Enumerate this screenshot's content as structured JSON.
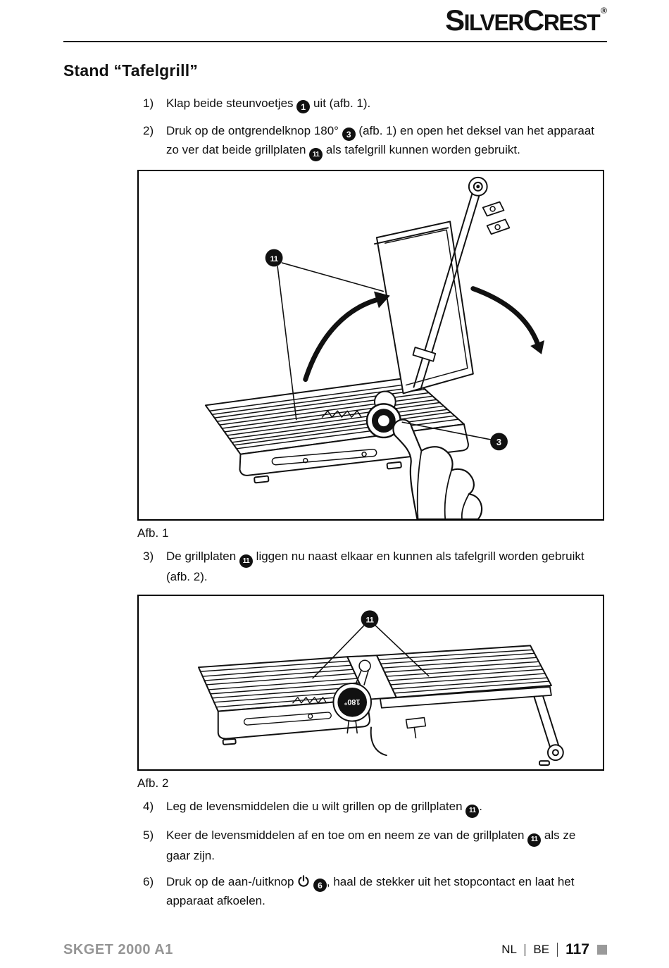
{
  "header": {
    "logo": {
      "s": "S",
      "ilver": "ILVER",
      "c": "C",
      "rest": "REST",
      "registered": "®"
    }
  },
  "title": "Stand “Tafelgrill”",
  "steps_top": [
    {
      "num": "1)",
      "segments": [
        {
          "t": "Klap beide steunvoetjes "
        },
        {
          "b": "1"
        },
        {
          "t": " uit (afb. 1)."
        }
      ]
    },
    {
      "num": "2)",
      "segments": [
        {
          "t": "Druk op de ontgrendelknop 180° "
        },
        {
          "b": "3"
        },
        {
          "t": " (afb. 1) en open het deksel van het apparaat zo ver dat beide grillplaten "
        },
        {
          "b": "11"
        },
        {
          "t": " als tafelgrill kunnen worden gebruikt."
        }
      ]
    }
  ],
  "figure1": {
    "caption": "Afb. 1",
    "plates_label": "11",
    "button_label": "3"
  },
  "steps_mid": [
    {
      "num": "3)",
      "segments": [
        {
          "t": "De grillplaten "
        },
        {
          "b": "11"
        },
        {
          "t": " liggen nu naast elkaar en kunnen als tafelgrill worden gebruikt (afb. 2)."
        }
      ]
    }
  ],
  "figure2": {
    "caption": "Afb. 2",
    "plates_label": "11",
    "knob_label": "180°"
  },
  "steps_bottom": [
    {
      "num": "4)",
      "segments": [
        {
          "t": "Leg de levensmiddelen die u wilt grillen op de grillplaten "
        },
        {
          "b": "11"
        },
        {
          "t": "."
        }
      ]
    },
    {
      "num": "5)",
      "segments": [
        {
          "t": "Keer de levensmiddelen af en toe om en neem ze van de grillplaten "
        },
        {
          "b": "11"
        },
        {
          "t": " als ze gaar zijn."
        }
      ]
    },
    {
      "num": "6)",
      "segments": [
        {
          "t": "Druk op de aan-/uitknop "
        },
        {
          "icon": "power"
        },
        {
          "t": " "
        },
        {
          "b": "6"
        },
        {
          "t": ", haal de stekker uit het stopcontact en laat het apparaat afkoelen."
        }
      ]
    }
  ],
  "footer": {
    "model": "SKGET 2000 A1",
    "region_nl": "NL",
    "region_be": "BE",
    "page": "117"
  }
}
